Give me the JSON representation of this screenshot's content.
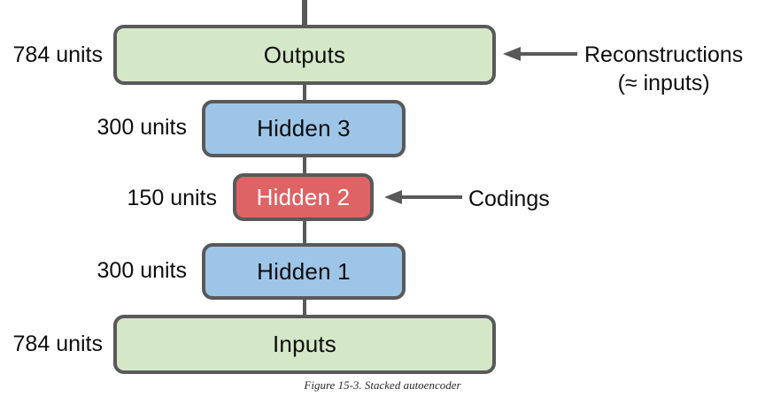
{
  "figure": {
    "caption": "Figure 15-3. Stacked autoencoder",
    "background_color": "#ffffff",
    "border_color": "#595959",
    "connector_color": "#595959"
  },
  "layers": [
    {
      "id": "outputs",
      "label": "Outputs",
      "units_label": "784 units",
      "units": 784,
      "fill_color": "#d4e8c8",
      "text_color": "#0d0d0d",
      "role": "output"
    },
    {
      "id": "hidden3",
      "label": "Hidden 3",
      "units_label": "300 units",
      "units": 300,
      "fill_color": "#9dc5e8",
      "text_color": "#0d0d0d",
      "role": "hidden"
    },
    {
      "id": "hidden2",
      "label": "Hidden 2",
      "units_label": "150 units",
      "units": 150,
      "fill_color": "#dd6365",
      "text_color": "#ffffff",
      "role": "codings"
    },
    {
      "id": "hidden1",
      "label": "Hidden 1",
      "units_label": "300 units",
      "units": 300,
      "fill_color": "#9dc5e8",
      "text_color": "#0d0d0d",
      "role": "hidden"
    },
    {
      "id": "inputs",
      "label": "Inputs",
      "units_label": "784 units",
      "units": 784,
      "fill_color": "#d4e8c8",
      "text_color": "#0d0d0d",
      "role": "input"
    }
  ],
  "annotations": [
    {
      "id": "reconstructions",
      "target": "outputs",
      "line1": "Reconstructions",
      "line2": "(≈ inputs)",
      "arrow_direction": "left",
      "arrow_color": "#595959"
    },
    {
      "id": "codings",
      "target": "hidden2",
      "text": "Codings",
      "arrow_direction": "left",
      "arrow_color": "#595959"
    }
  ]
}
